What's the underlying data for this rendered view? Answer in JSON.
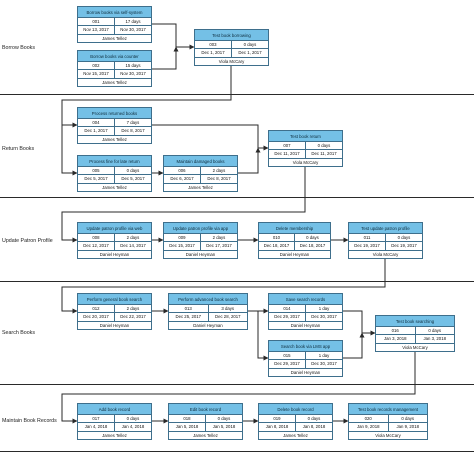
{
  "lanes": [
    {
      "label": "Borrow Books"
    },
    {
      "label": "Return Books"
    },
    {
      "label": "Update Patron Profile"
    },
    {
      "label": "Search Books"
    },
    {
      "label": "Maintain Book Records"
    }
  ],
  "tasks": [
    {
      "title": "Borrow books via self-system",
      "id": "001",
      "duration": "17 days",
      "start": "Nov 13, 2017",
      "end": "Nov 30, 2017",
      "resource": "James Tellez"
    },
    {
      "title": "Borrow books via counter",
      "id": "002",
      "duration": "15 days",
      "start": "Nov 15, 2017",
      "end": "Nov 30, 2017",
      "resource": "James Tellez"
    },
    {
      "title": "Test book borrowing",
      "id": "003",
      "duration": "0 days",
      "start": "Dec 1, 2017",
      "end": "Dec 1, 2017",
      "resource": "Viola McCary"
    },
    {
      "title": "Process returned books",
      "id": "004",
      "duration": "7 days",
      "start": "Dec 1, 2017",
      "end": "Dec 8, 2017",
      "resource": "James Tellez"
    },
    {
      "title": "Process fine for late return",
      "id": "005",
      "duration": "0 days",
      "start": "Dec 5, 2017",
      "end": "Dec 5, 2017",
      "resource": "James Tellez"
    },
    {
      "title": "Maintain damaged books",
      "id": "006",
      "duration": "2 days",
      "start": "Dec 6, 2017",
      "end": "Dec 8, 2017",
      "resource": "James Tellez"
    },
    {
      "title": "Test book return",
      "id": "007",
      "duration": "0 days",
      "start": "Dec 11, 2017",
      "end": "Dec 11, 2017",
      "resource": "Viola McCary"
    },
    {
      "title": "Update patron profile via web",
      "id": "008",
      "duration": "2 days",
      "start": "Dec 12, 2017",
      "end": "Dec 14, 2017",
      "resource": "Daniel Heyman"
    },
    {
      "title": "Update patron profile via app",
      "id": "009",
      "duration": "2 days",
      "start": "Dec 15, 2017",
      "end": "Dec 17, 2017",
      "resource": "Daniel Heyman"
    },
    {
      "title": "Delete membership",
      "id": "010",
      "duration": "0 days",
      "start": "Dec 18, 2017",
      "end": "Dec 18, 2017",
      "resource": "Daniel Heyman"
    },
    {
      "title": "Test update patron profile",
      "id": "011",
      "duration": "0 days",
      "start": "Dec 19, 2017",
      "end": "Dec 19, 2017",
      "resource": "Viola McCary"
    },
    {
      "title": "Perform general book search",
      "id": "012",
      "duration": "2 days",
      "start": "Dec 20, 2017",
      "end": "Dec 22, 2017",
      "resource": "Daniel Heyman"
    },
    {
      "title": "Perform advanced book search",
      "id": "013",
      "duration": "3 days",
      "start": "Dec 25, 2017",
      "end": "Dec 28, 2017",
      "resource": "Daniel Heyman"
    },
    {
      "title": "Save search records",
      "id": "014",
      "duration": "1 day",
      "start": "Dec 29, 2017",
      "end": "Dec 30, 2017",
      "resource": "Daniel Heyman"
    },
    {
      "title": "Search book via LMS app",
      "id": "015",
      "duration": "1 day",
      "start": "Dec 29, 2017",
      "end": "Dec 30, 2017",
      "resource": "Daniel Heyman"
    },
    {
      "title": "Test book searching",
      "id": "016",
      "duration": "0 days",
      "start": "Jan 3, 2018",
      "end": "Jan 3, 2018",
      "resource": "Viola McCary"
    },
    {
      "title": "Add book record",
      "id": "017",
      "duration": "0 days",
      "start": "Jan 4, 2018",
      "end": "Jan 4, 2018",
      "resource": "James Tellez"
    },
    {
      "title": "Edit book record",
      "id": "018",
      "duration": "0 days",
      "start": "Jan 5, 2018",
      "end": "Jan 5, 2018",
      "resource": "James Tellez"
    },
    {
      "title": "Delete book record",
      "id": "019",
      "duration": "0 days",
      "start": "Jan 8, 2018",
      "end": "Jan 8, 2018",
      "resource": "James Tellez"
    },
    {
      "title": "Test book records management",
      "id": "020",
      "duration": "0 days",
      "start": "Jan 9, 2018",
      "end": "Jan 9, 2018",
      "resource": "Viola McCary"
    }
  ],
  "colors": {
    "header": "#74c0e6",
    "border": "#3e6f8c",
    "line": "#2a2a2a"
  }
}
